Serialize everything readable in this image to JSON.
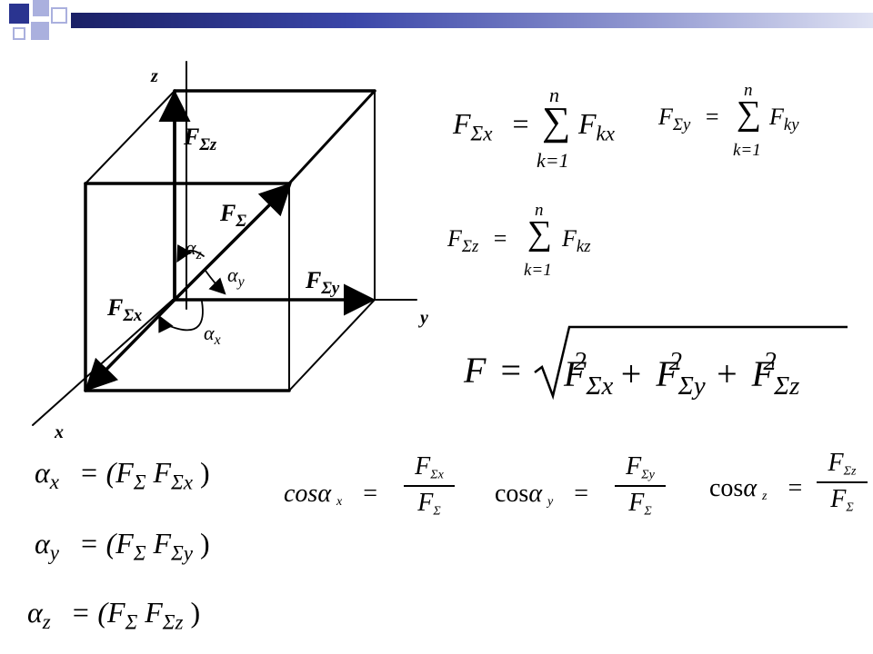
{
  "header": {
    "band_color": "#2f3a9a",
    "square_color_dark": "#2a3490",
    "square_color_light": "#aab0de"
  },
  "diagram": {
    "axis_z": "z",
    "axis_y": "y",
    "axis_x": "x",
    "label_fz": "F",
    "label_fz_sub": "Σz",
    "label_f": "F",
    "label_f_sub": "Σ",
    "label_fy": "F",
    "label_fy_sub": "Σy",
    "label_fx": "F",
    "label_fx_sub": "Σx",
    "alpha_z": "α",
    "alpha_z_sub": "z",
    "alpha_y": "α",
    "alpha_y_sub": "y",
    "alpha_x": "α",
    "alpha_x_sub": "x"
  },
  "sums": {
    "fx": {
      "lhs": "F",
      "lhs_sub": "Σx",
      "eq": "=",
      "upper": "n",
      "lower": "k=1",
      "sigma": "∑",
      "term": "F",
      "term_sub": "kx"
    },
    "fy": {
      "lhs": "F",
      "lhs_sub": "Σy",
      "eq": "=",
      "upper": "n",
      "lower": "k=1",
      "sigma": "∑",
      "term": "F",
      "term_sub": "ky"
    },
    "fz": {
      "lhs": "F",
      "lhs_sub": "Σz",
      "eq": "=",
      "upper": "n",
      "lower": "k=1",
      "sigma": "∑",
      "term": "F",
      "term_sub": "kz"
    }
  },
  "magnitude": {
    "lhs": "F",
    "eq": "=",
    "t1": "F",
    "t1_sub": "Σx",
    "t1_sup": "2",
    "plus1": "+",
    "t2": "F",
    "t2_sub": "Σy",
    "t2_sup": "2",
    "plus2": "+",
    "t3": "F",
    "t3_sub": "Σz",
    "t3_sup": "2"
  },
  "angles": {
    "ax": {
      "alpha": "α",
      "sub": "x",
      "rhs": "= (F",
      "rhs_sub1": "Σ",
      "rhs2": " F",
      "rhs_sub2": "Σx",
      "close": " )"
    },
    "ay": {
      "alpha": "α",
      "sub": "y",
      "rhs": "= (F",
      "rhs_sub1": "Σ",
      "rhs2": " F",
      "rhs_sub2": "Σy",
      "close": " )"
    },
    "az": {
      "alpha": "α",
      "sub": "z",
      "rhs": "= (F",
      "rhs_sub1": "Σ",
      "rhs2": " F",
      "rhs_sub2": "Σz",
      "close": " )"
    }
  },
  "cosines": {
    "cx": {
      "fn": "cos",
      "alpha": "α",
      "sub": "x",
      "eq": "=",
      "num": "F",
      "num_sub": "Σx",
      "den": "F",
      "den_sub": "Σ"
    },
    "cy": {
      "fn": "cos",
      "alpha": "α",
      "sub": "y",
      "eq": "=",
      "num": "F",
      "num_sub": "Σy",
      "den": "F",
      "den_sub": "Σ"
    },
    "cz": {
      "fn": "cos",
      "alpha": "α",
      "sub": "z",
      "eq": "=",
      "num": "F",
      "num_sub": "Σz",
      "den": "F",
      "den_sub": "Σ"
    }
  }
}
